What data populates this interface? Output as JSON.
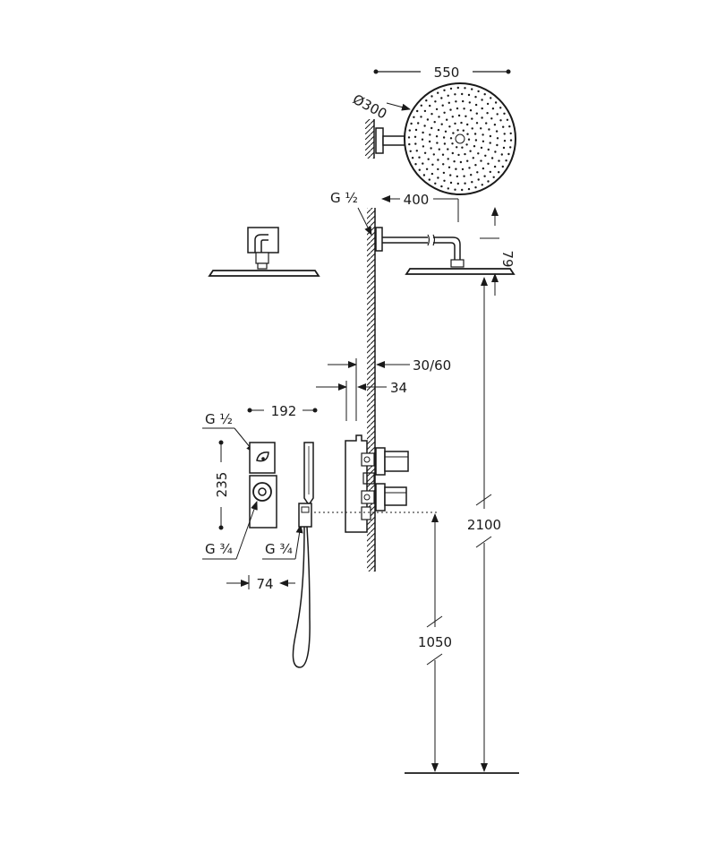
{
  "diagram": {
    "overhead_diameter": "Ø300",
    "overhead_width": "550",
    "arm_thread": "G ½",
    "arm_length": "400",
    "arm_drop": "79",
    "recess_depth": "30/60",
    "min_depth": "34",
    "plate_spacing": "192",
    "upper_outlet_thread": "G ½",
    "plate_height": "235",
    "lower_outlet_thread": "G ¾",
    "handset_outlet_thread": "G ¾",
    "plate_width": "74",
    "shower_head_height": "2100",
    "valve_height": "1050"
  },
  "colors": {
    "line": "#1a1a1a",
    "background": "#ffffff"
  }
}
